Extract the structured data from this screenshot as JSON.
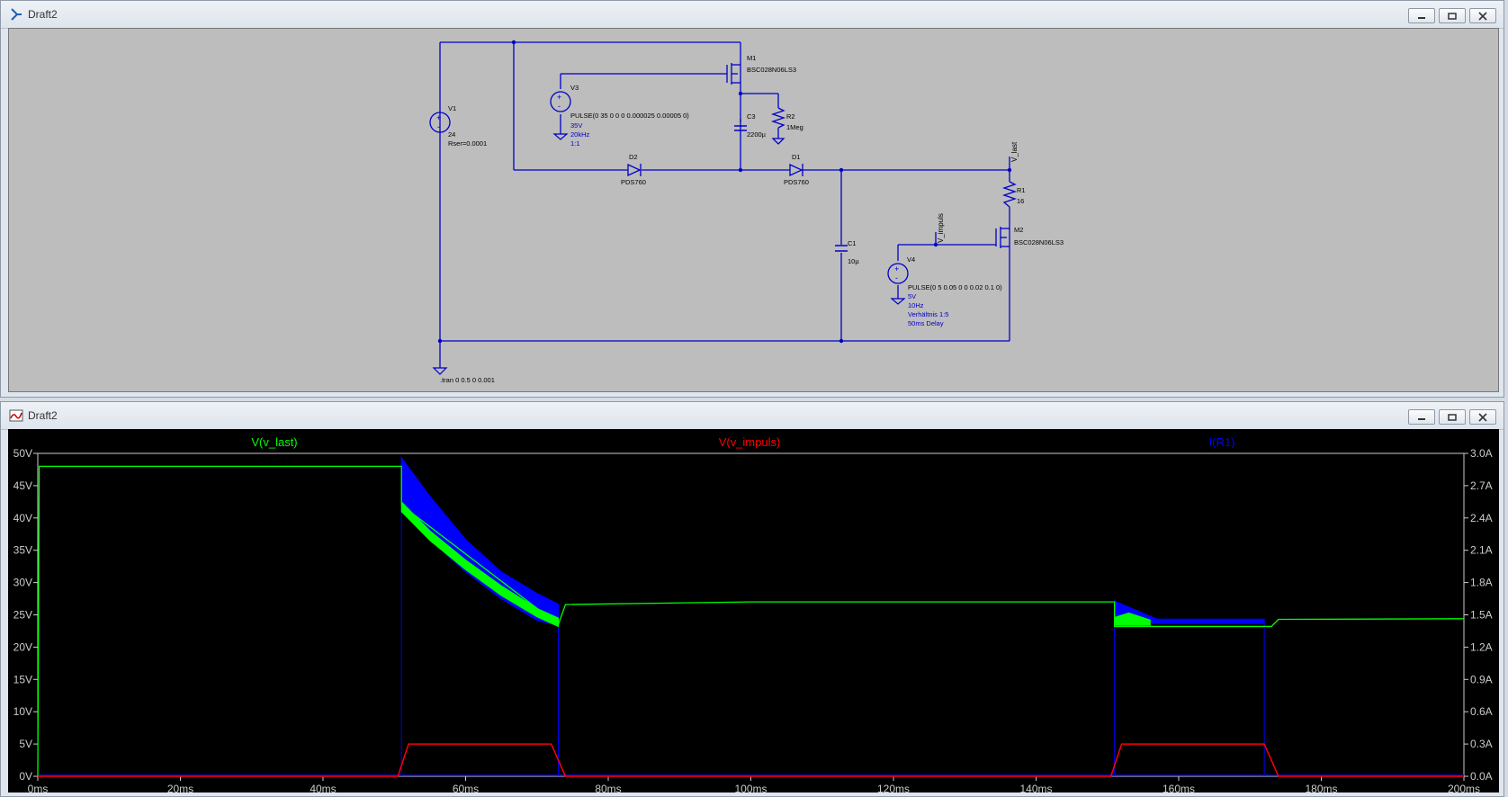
{
  "schematic_window": {
    "title": "Draft2",
    "components": {
      "v1": {
        "name": "V1",
        "value": "24",
        "extra": "Rser=0.0001"
      },
      "v3": {
        "name": "V3",
        "value": "PULSE(0 35 0 0 0 0.000025 0.00005 0)",
        "notes": [
          "35V",
          "20kHz",
          "1:1"
        ]
      },
      "m1": {
        "name": "M1",
        "model": "BSC028N06LS3"
      },
      "m2": {
        "name": "M2",
        "model": "BSC028N06LS3"
      },
      "c3": {
        "name": "C3",
        "value": "2200µ"
      },
      "r2": {
        "name": "R2",
        "value": "1Meg"
      },
      "d2": {
        "name": "D2",
        "model": "PDS760"
      },
      "d1": {
        "name": "D1",
        "model": "PDS760"
      },
      "r1": {
        "name": "R1",
        "value": "16"
      },
      "c1": {
        "name": "C1",
        "value": "10µ"
      },
      "v4": {
        "name": "V4",
        "value": "PULSE(0 5 0.05 0 0 0.02 0.1 0)",
        "notes": [
          "5V",
          "10Hz",
          "Verhältnis 1:5",
          "50ms Delay"
        ]
      }
    },
    "net_labels": {
      "v_last": "V_last",
      "v_impuls": "V_impuls"
    },
    "directive": ".tran 0 0.5 0 0.001"
  },
  "plot_window": {
    "title": "Draft2",
    "traces": [
      {
        "label": "V(v_last)",
        "color": "#00ff00"
      },
      {
        "label": "V(v_impuls)",
        "color": "#ff0000"
      },
      {
        "label": "I(R1)",
        "color": "#0000ff"
      }
    ],
    "axis_color": "#cccccc",
    "chart_data": {
      "type": "line",
      "x_ticks": [
        "0ms",
        "20ms",
        "40ms",
        "60ms",
        "80ms",
        "100ms",
        "120ms",
        "140ms",
        "160ms",
        "180ms",
        "200ms"
      ],
      "y_left_ticks": [
        "50V",
        "45V",
        "40V",
        "35V",
        "30V",
        "25V",
        "20V",
        "15V",
        "10V",
        "5V",
        "0V"
      ],
      "y_right_ticks": [
        "3.0A",
        "2.7A",
        "2.4A",
        "2.1A",
        "1.8A",
        "1.5A",
        "1.2A",
        "0.9A",
        "0.6A",
        "0.3A",
        "0.0A"
      ],
      "xlim": [
        0,
        200
      ],
      "ylim_left": [
        0,
        50
      ],
      "ylim_right": [
        0,
        3.0
      ],
      "series": [
        {
          "name": "V(v_last)",
          "x": [
            0,
            0.2,
            51,
            51,
            73,
            74,
            100,
            151,
            151,
            173,
            174,
            200
          ],
          "y": [
            0,
            48,
            48,
            42,
            23.5,
            26.6,
            27,
            27,
            23.2,
            23.2,
            24.3,
            24.4
          ]
        },
        {
          "name": "V(v_last) band",
          "x_top": [
            51,
            55,
            60,
            65,
            70,
            73
          ],
          "y_top": [
            42.5,
            38,
            33.5,
            29.5,
            26,
            24.5
          ],
          "y_bottom": [
            41,
            36.5,
            32,
            28,
            24.7,
            23.2
          ]
        },
        {
          "name": "V(v_impuls)",
          "x": [
            0,
            50.5,
            52,
            72,
            74,
            150.5,
            152,
            172,
            174,
            200
          ],
          "y": [
            0,
            0,
            5,
            5,
            0,
            0,
            5,
            5,
            0,
            0
          ]
        },
        {
          "name": "I(R1)",
          "x_top": [
            51,
            55,
            60,
            65,
            70,
            73
          ],
          "y_top": [
            2.96,
            2.6,
            2.2,
            1.9,
            1.7,
            1.6
          ],
          "y_bottom": [
            2.5,
            2.2,
            1.9,
            1.65,
            1.45,
            1.4
          ]
        },
        {
          "name": "I(R1) pulse2",
          "x_top": [
            151,
            152,
            157,
            172
          ],
          "y_top": [
            1.63,
            1.6,
            1.46,
            1.46
          ],
          "y_bottom": [
            1.42,
            1.42,
            1.42,
            1.42
          ]
        }
      ]
    }
  }
}
